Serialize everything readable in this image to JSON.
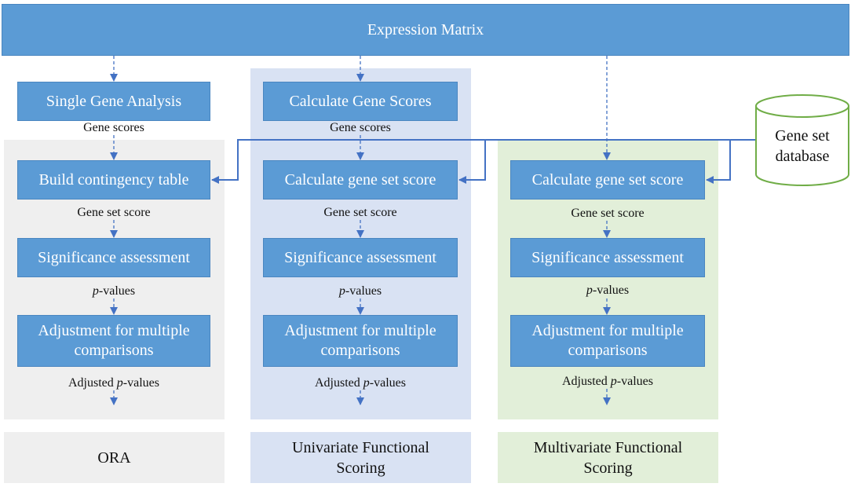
{
  "header": {
    "title": "Expression Matrix"
  },
  "database": {
    "line1": "Gene set",
    "line2": "database"
  },
  "columns": [
    {
      "top_box": "Single Gene Analysis",
      "top_label": "Gene scores",
      "step1": "Build contingency table",
      "label1": "Gene set score",
      "step2": "Significance assessment",
      "label2_italic": "p",
      "label2_rest": "-values",
      "step3_line1": "Adjustment for multiple",
      "step3_line2": "comparisons",
      "label3_prefix": "Adjusted ",
      "label3_italic": "p",
      "label3_rest": "-values",
      "footer_line1": "ORA",
      "footer_line2": ""
    },
    {
      "top_box": "Calculate Gene Scores",
      "top_label": "Gene scores",
      "step1": "Calculate gene set score",
      "label1": "Gene set score",
      "step2": "Significance assessment",
      "label2_italic": "p",
      "label2_rest": "-values",
      "step3_line1": "Adjustment for multiple",
      "step3_line2": "comparisons",
      "label3_prefix": "Adjusted ",
      "label3_italic": "p",
      "label3_rest": "-values",
      "footer_line1": "Univariate Functional",
      "footer_line2": "Scoring"
    },
    {
      "step1": "Calculate gene set score",
      "label1": "Gene set score",
      "step2": "Significance assessment",
      "label2_italic": "p",
      "label2_rest": "-values",
      "step3_line1": "Adjustment for multiple",
      "step3_line2": "comparisons",
      "label3_prefix": "Adjusted ",
      "label3_italic": "p",
      "label3_rest": "-values",
      "footer_line1": "Multivariate Functional",
      "footer_line2": "Scoring"
    }
  ],
  "colors": {
    "box_fill": "#5b9bd5",
    "ora_panel": "#efefef",
    "univariate_panel": "#d9e2f3",
    "multivariate_panel": "#e2efd9",
    "database_border": "#70ad47",
    "arrow": "#4472c4"
  }
}
